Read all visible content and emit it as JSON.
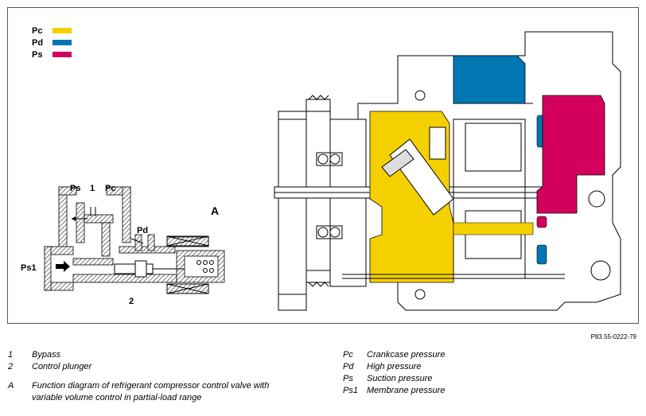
{
  "legend": [
    {
      "key": "Pc",
      "color": "#f5d000"
    },
    {
      "key": "Pd",
      "color": "#0077b3"
    },
    {
      "key": "Ps",
      "color": "#d4005e"
    }
  ],
  "diagram_labels": {
    "ps": "Ps",
    "one": "1",
    "pc": "Pc",
    "pd": "Pd",
    "ps1": "Ps1",
    "two": "2",
    "a": "A"
  },
  "reference": "P83.55-0222-79",
  "captions_left": [
    {
      "key": "1",
      "text": "Bypass"
    },
    {
      "key": "2",
      "text": "Control plunger"
    },
    {
      "key": "A",
      "text": "Function diagram of refrigerant compressor control valve with variable volume control in partial-load range"
    }
  ],
  "captions_right": [
    {
      "key": "Pc",
      "text": "Crankcase pressure"
    },
    {
      "key": "Pd",
      "text": "High pressure"
    },
    {
      "key": "Ps",
      "text": "Suction pressure"
    },
    {
      "key": "Ps1",
      "text": "Membrane pressure"
    }
  ]
}
